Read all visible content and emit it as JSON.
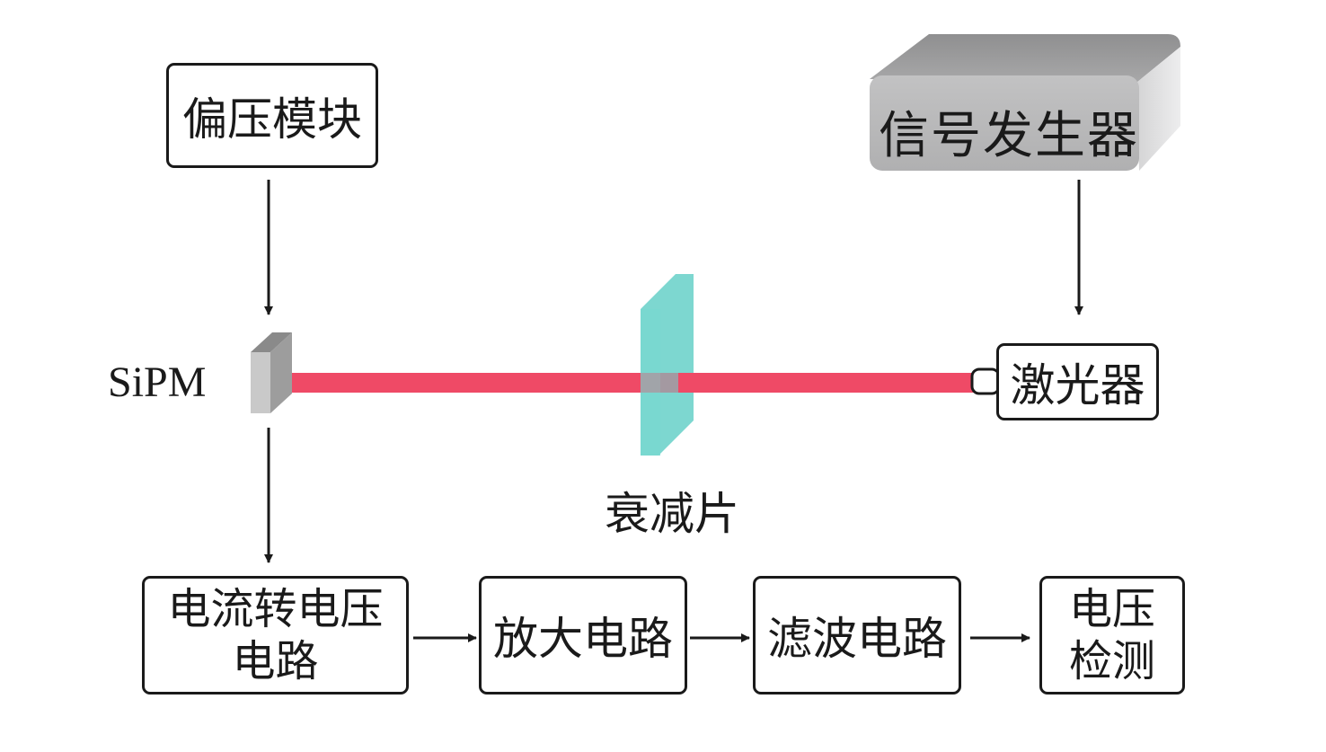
{
  "blocks": {
    "bias_module": "偏压模块",
    "signal_generator": "信号发生器",
    "laser": "激光器",
    "attenuator": "衰减片",
    "sipm": "SiPM",
    "iv_converter_line1": "电流转电压",
    "iv_converter_line2": "电路",
    "amplifier": "放大电路",
    "filter": "滤波电路",
    "voltage_detect_line1": "电压",
    "voltage_detect_line2": "检测"
  },
  "colors": {
    "laser_beam": "#ef4a66",
    "attenuator": "#6fd3cb",
    "signal_generator_body": "#bdbdbe",
    "sipm_body": "#c9c9c9",
    "line": "#1a1a1a"
  }
}
